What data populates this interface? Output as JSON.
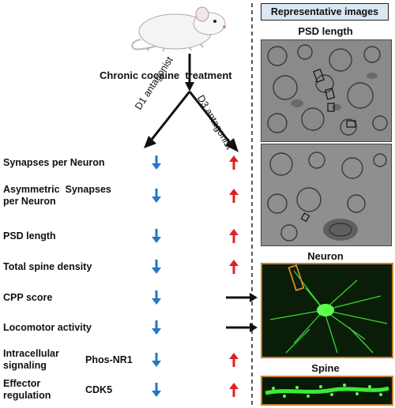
{
  "treatment_label": "Chronic cocaine  treatment",
  "branches": {
    "d1": "D1 antagonist",
    "d3": "D3 antagonist"
  },
  "rows": [
    {
      "label_lines": [
        "Synapses per Neuron"
      ],
      "d1": "down",
      "d3": "up"
    },
    {
      "label_lines": [
        "Asymmetric  Synapses",
        "per Neuron"
      ],
      "d1": "down",
      "d3": "up"
    },
    {
      "label_lines": [
        "PSD length"
      ],
      "d1": "down",
      "d3": "up"
    },
    {
      "label_lines": [
        "Total spine density"
      ],
      "d1": "down",
      "d3": "up"
    },
    {
      "label_lines": [
        "CPP score"
      ],
      "d1": "down",
      "d3": "right"
    },
    {
      "label_lines": [
        "Locomotor activity"
      ],
      "d1": "down",
      "d3": "right"
    },
    {
      "label_lines": [
        "Intracellular",
        "signaling"
      ],
      "sublabel": "Phos-NR1",
      "d1": "down",
      "d3": "up"
    },
    {
      "label_lines": [
        "Effector",
        "regulation"
      ],
      "sublabel": "CDK5",
      "d1": "down",
      "d3": "up"
    }
  ],
  "arrow_colors": {
    "down": "#1f78c8",
    "up": "#e02020",
    "right": "#111111"
  },
  "right_panel": {
    "header": "Representative images",
    "psd_title": "PSD length",
    "neuron_title": "Neuron",
    "spine_title": "Spine"
  }
}
